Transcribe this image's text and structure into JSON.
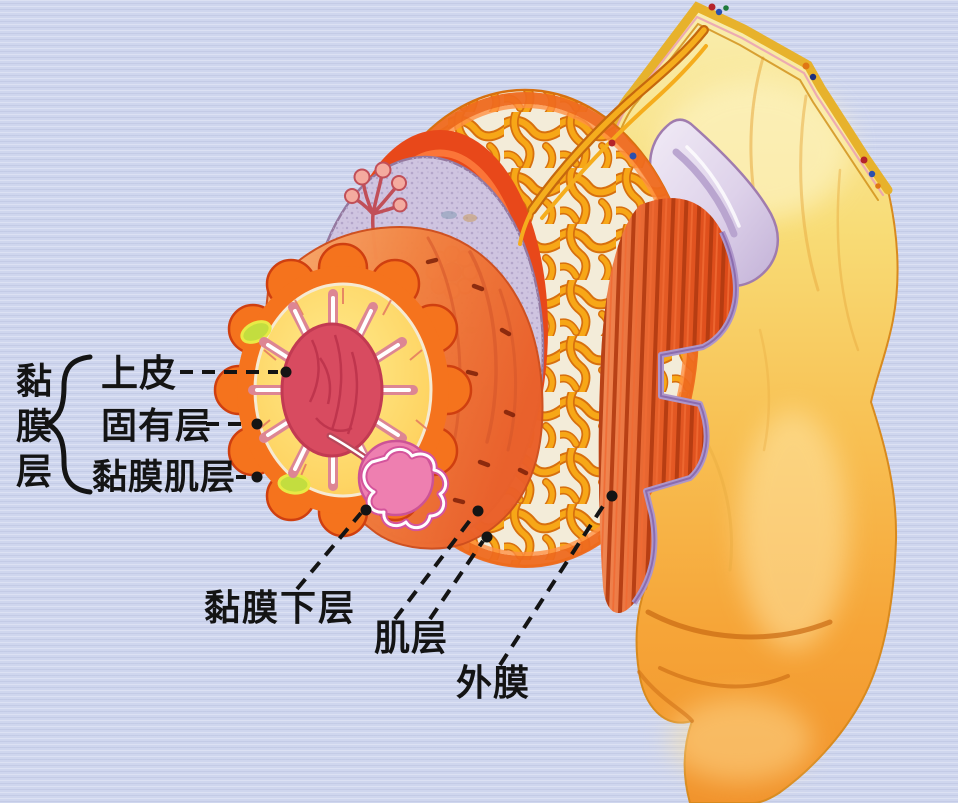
{
  "labels": {
    "mucosa_group": "黏膜层",
    "epithelium": "上皮",
    "lamina_propria": "固有层",
    "muscularis_mucosae": "黏膜肌层",
    "submucosa": "黏膜下层",
    "muscle_layer": "肌层",
    "adventitia": "外膜"
  },
  "colors": {
    "background": "#cfd6ee",
    "serosa_yellow": "#f7d468",
    "intestine_orange": "#f59d30",
    "circular_muscle_red": "#e8481a",
    "plexus_cream": "#f3ecd9",
    "plexus_vessel_orange": "#f7a717",
    "submucosa_lavender": "#cfc4e0",
    "mucosa_yellow": "#ffe87e",
    "lumen_red": "#d84b60",
    "gland_pink": "#ee7fb0",
    "label_ink": "#141414"
  }
}
